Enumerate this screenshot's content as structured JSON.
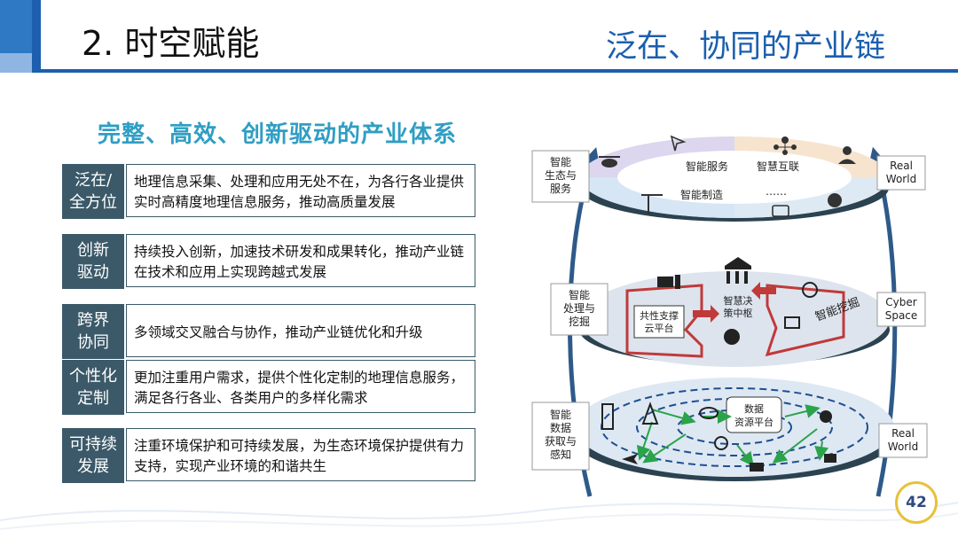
{
  "header": {
    "title": "2. 时空赋能",
    "subtitle": "泛在、协同的产业链"
  },
  "section_title": "完整、高效、创新驱动的产业体系",
  "rows": [
    {
      "tag": "泛在/\n全方位",
      "desc": "地理信息采集、处理和应用无处不在，为各行各业提供实时高精度地理信息服务，推动高质量发展"
    },
    {
      "tag": "创新\n驱动",
      "desc": "持续投入创新，加速技术研发和成果转化，推动产业链在技术和应用上实现跨越式发展"
    },
    {
      "tag": "跨界\n协同",
      "desc": "多领域交叉融合与协作，推动产业链优化和升级"
    },
    {
      "tag": "个性化\n定制",
      "desc": "更加注重用户需求，提供个性化定制的地理信息服务，满足各行各业、各类用户的多样化需求"
    },
    {
      "tag": "可持续\n发展",
      "desc": "注重环境保护和可持续发展，为生态环境保护提供有力支持，实现产业环境的和谐共生"
    }
  ],
  "diagram": {
    "top": {
      "side_label": [
        "智能",
        "生态与",
        "服务"
      ],
      "right_label": [
        "Real",
        "World"
      ],
      "quadrants": [
        "智能服务",
        "智慧互联",
        "智能制造",
        "……"
      ]
    },
    "middle": {
      "side_label": [
        "智能",
        "处理与",
        "挖掘"
      ],
      "right_label": [
        "Cyber",
        "Space"
      ],
      "cloud": [
        "共性支撑",
        "云平台"
      ],
      "hub": [
        "智慧决",
        "策中枢"
      ],
      "mining": "智能挖掘"
    },
    "bottom": {
      "side_label": [
        "智能",
        "数据",
        "获取与",
        "感知"
      ],
      "right_label": [
        "Real",
        "World"
      ],
      "resource": [
        "数据",
        "资源平台"
      ]
    }
  },
  "page_number": "42"
}
